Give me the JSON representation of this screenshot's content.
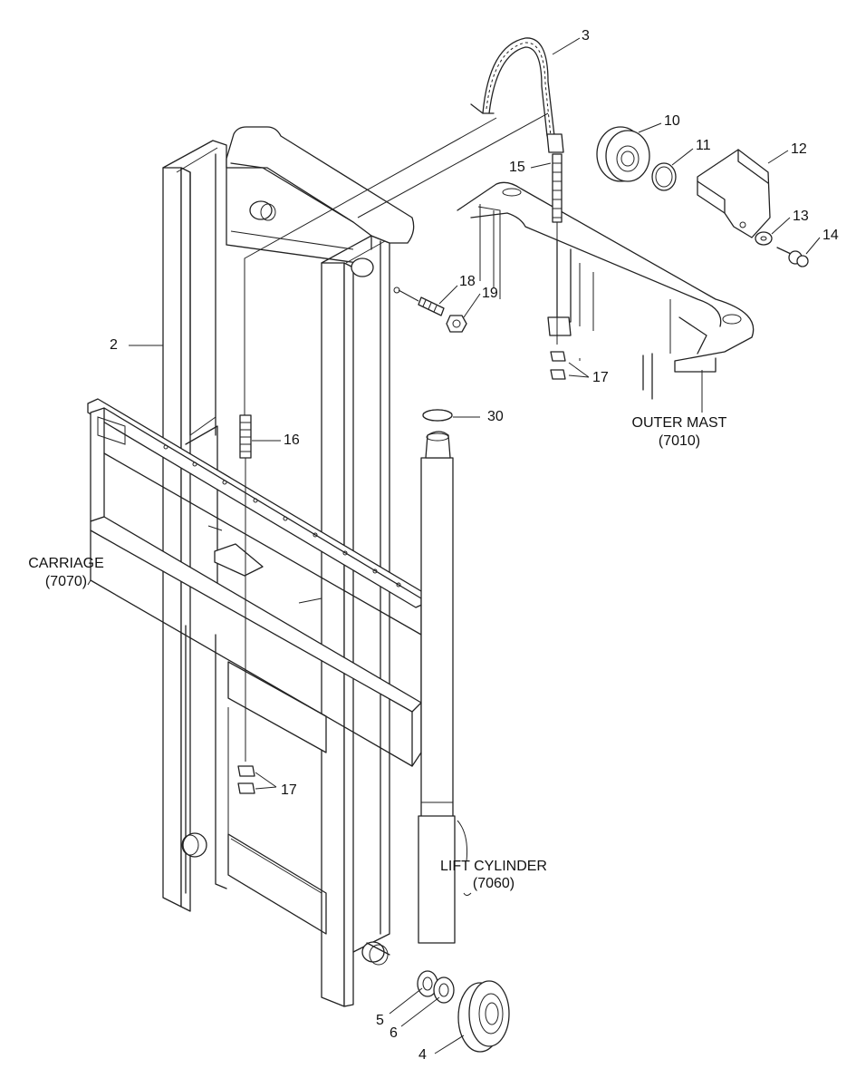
{
  "diagram": {
    "callouts": [
      {
        "id": "c2",
        "text": "2"
      },
      {
        "id": "c3",
        "text": "3"
      },
      {
        "id": "c4",
        "text": "4"
      },
      {
        "id": "c5",
        "text": "5"
      },
      {
        "id": "c6",
        "text": "6"
      },
      {
        "id": "c10",
        "text": "10"
      },
      {
        "id": "c11",
        "text": "11"
      },
      {
        "id": "c12",
        "text": "12"
      },
      {
        "id": "c13",
        "text": "13"
      },
      {
        "id": "c14",
        "text": "14"
      },
      {
        "id": "c15",
        "text": "15"
      },
      {
        "id": "c16",
        "text": "16"
      },
      {
        "id": "c17a",
        "text": "17"
      },
      {
        "id": "c17b",
        "text": "17"
      },
      {
        "id": "c18",
        "text": "18"
      },
      {
        "id": "c19",
        "text": "19"
      },
      {
        "id": "c30",
        "text": "30"
      }
    ],
    "assembly_refs": [
      {
        "name": "OUTER MAST",
        "code": "(7010)"
      },
      {
        "name": "CARRIAGE",
        "code": "(7070)"
      },
      {
        "name": "LIFT CYLINDER",
        "code": "(7060)"
      }
    ]
  }
}
